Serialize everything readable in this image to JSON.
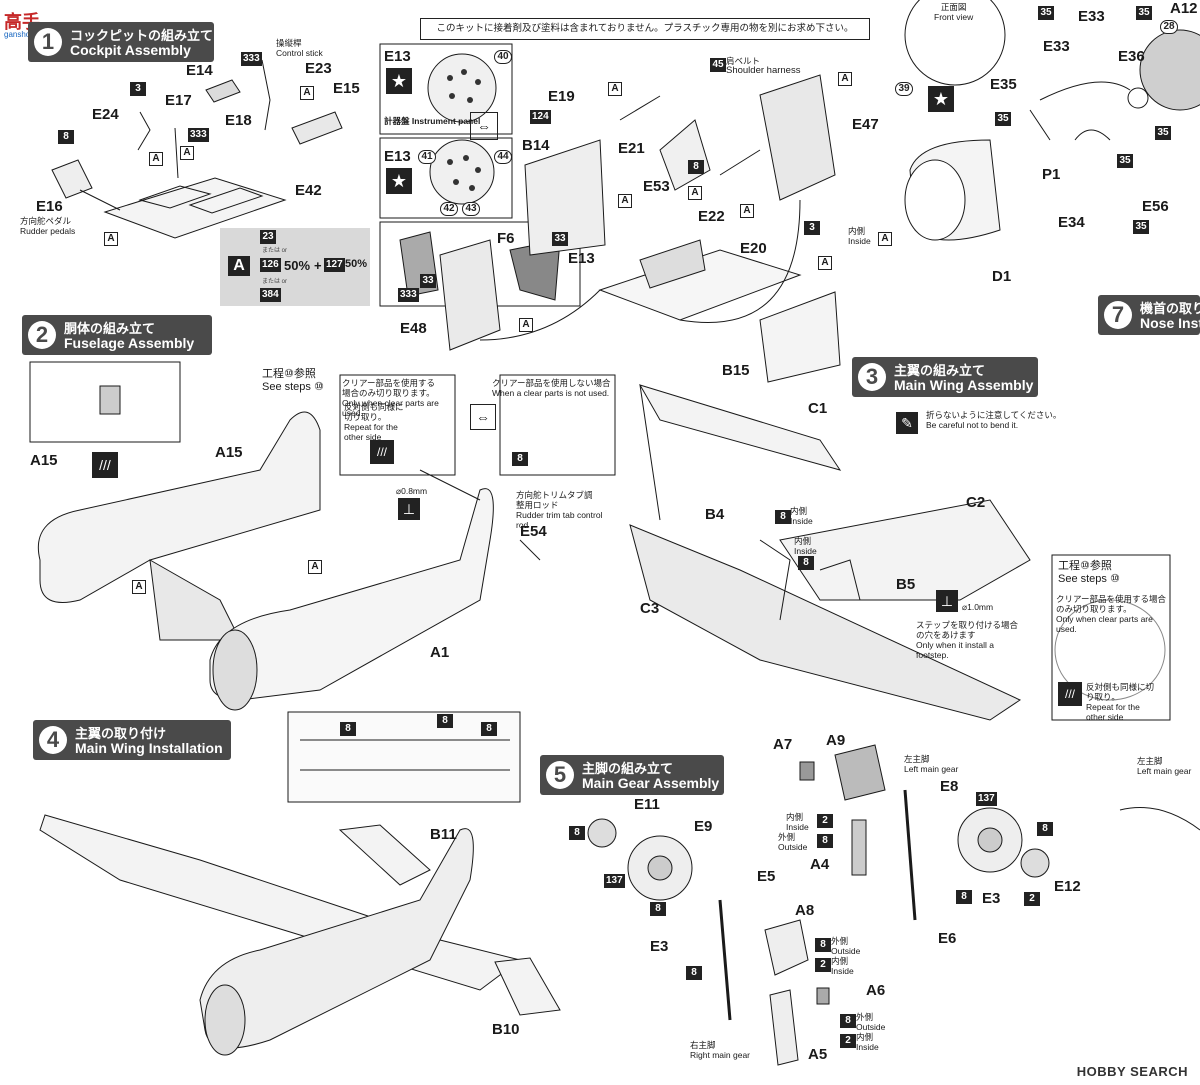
{
  "header": {
    "warning": "このキットに接着剤及び塗料は含まれておりません。プラスチック専用の物を別にお求め下さい。",
    "watermark": "HOBBY SEARCH",
    "site_logo": "高手",
    "site_logo_sub": "ganshou.com"
  },
  "steps": [
    {
      "num": "1",
      "jp": "コックピットの組み立て",
      "en": "Cockpit Assembly"
    },
    {
      "num": "2",
      "jp": "胴体の組み立て",
      "en": "Fuselage Assembly"
    },
    {
      "num": "3",
      "jp": "主翼の組み立て",
      "en": "Main Wing Assembly"
    },
    {
      "num": "4",
      "jp": "主翼の取り付け",
      "en": "Main Wing Installation"
    },
    {
      "num": "5",
      "jp": "主脚の組み立て",
      "en": "Main Gear Assembly"
    },
    {
      "num": "7",
      "jp": "機首の取り",
      "en": "Nose Inst"
    }
  ],
  "parts": {
    "e14": "E14",
    "e23": "E23",
    "e15": "E15",
    "e17": "E17",
    "e24": "E24",
    "e18": "E18",
    "e16": "E16",
    "e42": "E42",
    "e13a": "E13",
    "e13b": "E13",
    "e13c": "E13",
    "e19": "E19",
    "b14": "B14",
    "e21": "E21",
    "e53": "E53",
    "e22": "E22",
    "e47": "E47",
    "f6": "F6",
    "e48": "E48",
    "e20": "E20",
    "b15": "B15",
    "e33a": "E33",
    "e33b": "E33",
    "e35": "E35",
    "e36": "E36",
    "p1": "P1",
    "e34": "E34",
    "e56": "E56",
    "d1": "D1",
    "a12": "A12",
    "a15a": "A15",
    "a15b": "A15",
    "e54": "E54",
    "a1": "A1",
    "c1": "C1",
    "c2": "C2",
    "b4": "B4",
    "b5": "B5",
    "c3": "C3",
    "b11": "B11",
    "b10": "B10",
    "e11": "E11",
    "e9": "E9",
    "e5": "E5",
    "e3a": "E3",
    "e3b": "E3",
    "a8": "A8",
    "a6": "A6",
    "a5": "A5",
    "a7": "A7",
    "a9": "A9",
    "a4": "A4",
    "e8": "E8",
    "e6": "E6",
    "e12": "E12"
  },
  "notes": {
    "control_stick_jp": "操縦桿",
    "control_stick_en": "Control stick",
    "rudder_pedals_jp": "方向舵ペダル",
    "rudder_pedals_en": "Rudder pedals",
    "instrument_panel": "計器盤 Instrument panel",
    "shoulder_harness_jp": "肩ベルト",
    "shoulder_harness_en": "Shoulder harness",
    "front_view_jp": "正面図",
    "front_view_en": "Front view",
    "inside_jp": "内側",
    "inside_en": "Inside",
    "outside_jp": "外側",
    "outside_en": "Outside",
    "see_steps_jp": "工程⑩参照",
    "see_steps_en": "See steps ⑩",
    "clear_used_jp": "クリアー部品を使用する場合のみ切り取ります。",
    "clear_used_en": "Only when clear parts are used.",
    "clear_not_used_jp": "クリアー部品を使用しない場合",
    "clear_not_used_en": "When a clear parts is not used.",
    "repeat_jp": "反対側も同様に切り取り。",
    "repeat_en": "Repeat for the other side",
    "drill_08": "⌀0.8mm",
    "drill_10": "⌀1.0mm",
    "rudder_trim_jp": "方向舵トリムタブ調整用ロッド",
    "rudder_trim_en": "Rudder trim tab control rod",
    "careful_jp": "折らないように注意してください。",
    "careful_en": "Be careful not to bend it.",
    "footstep_jp": "ステップを取り付ける場合の穴をあけます",
    "footstep_en": "Only when it install a footstep.",
    "left_gear_jp": "左主脚",
    "left_gear_en": "Left main gear",
    "right_gear_jp": "右主脚",
    "right_gear_en": "Right main gear"
  },
  "paint": {
    "mix_a": "A",
    "mix_23": "23",
    "mix_126": "126",
    "mix_127": "127",
    "mix_384": "384",
    "mix_or": "または or",
    "mix_pct": "50%",
    "mix_plus": "+",
    "c333": "333",
    "c8": "8",
    "c3": "3",
    "c45": "45",
    "c124": "124",
    "c33": "33",
    "c35": "35",
    "c39": "39",
    "c28": "28",
    "c137": "137",
    "c2": "2",
    "c40": "40",
    "c41": "41",
    "c42": "42",
    "c43": "43",
    "c44": "44",
    "ref_a": "A"
  },
  "colors": {
    "header_bg": "#4a4a4a",
    "line": "#1a1a1a",
    "gray_box": "#d9d9d9",
    "logo": "#c62828"
  }
}
